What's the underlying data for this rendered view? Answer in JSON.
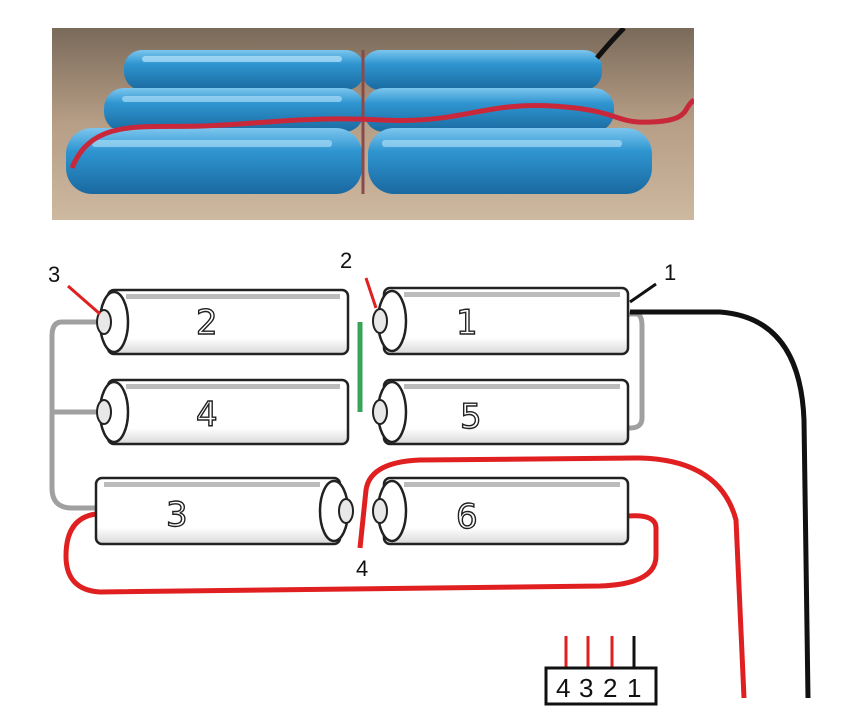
{
  "photo": {
    "description_icon": "battery-pack-photo-icon"
  },
  "cells": [
    {
      "id": "cell-2",
      "number": "2"
    },
    {
      "id": "cell-1",
      "number": "1"
    },
    {
      "id": "cell-4",
      "number": "4"
    },
    {
      "id": "cell-5",
      "number": "5"
    },
    {
      "id": "cell-3",
      "number": "3"
    },
    {
      "id": "cell-6",
      "number": "6"
    }
  ],
  "callouts": {
    "c1": "1",
    "c2": "2",
    "c3": "3",
    "c4": "4"
  },
  "connector": {
    "pins": [
      "4",
      "3",
      "2",
      "1"
    ]
  },
  "colors": {
    "battery_blue": "#2e8fc8",
    "wire_red": "#e02020",
    "wire_black": "#111111",
    "wire_grey": "#9a9a9a",
    "wire_green": "#3aa35a"
  }
}
